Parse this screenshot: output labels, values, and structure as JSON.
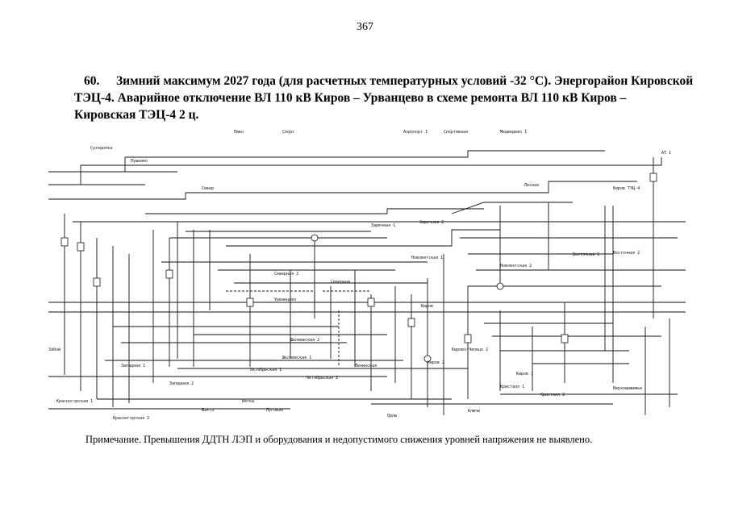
{
  "page_number": "367",
  "heading": {
    "number": "60.",
    "lines": [
      "Зимний максимум 2027 года (для расчетных температурных условий -32 °С). Энергорайон Кировской",
      "ТЭЦ-4. Аварийное отключение ВЛ 110 кВ Киров – Урванцево в схеме ремонта ВЛ 110 кВ Киров –",
      "Кировская ТЭЦ-4 2 ц."
    ]
  },
  "diagram": {
    "labels": [
      {
        "text": "Суходолка"
      },
      {
        "text": "Пушкино"
      },
      {
        "text": "Пиво"
      },
      {
        "text": "Спорт"
      },
      {
        "text": "Аэропорт 1"
      },
      {
        "text": "Спортивная"
      },
      {
        "text": "Медведево 1"
      },
      {
        "text": "Урванцево"
      },
      {
        "text": "Север"
      },
      {
        "text": "Северная 2"
      },
      {
        "text": "Заречная 1"
      },
      {
        "text": "Заречная 2"
      },
      {
        "text": "Нововятская 1"
      },
      {
        "text": "Нововятская 2"
      },
      {
        "text": "Киров"
      },
      {
        "text": "Киров 1"
      },
      {
        "text": "Киров 2"
      },
      {
        "text": "Восточная 1"
      },
      {
        "text": "Восточная 2"
      },
      {
        "text": "Октябрьская 1"
      },
      {
        "text": "Октябрьская 2"
      },
      {
        "text": "Северная"
      },
      {
        "text": "Западная 1"
      },
      {
        "text": "Западная 2"
      },
      {
        "text": "Забой"
      },
      {
        "text": "Красногорская 1"
      },
      {
        "text": "Красногорская 2"
      },
      {
        "text": "Вятка"
      },
      {
        "text": "Бахта"
      },
      {
        "text": "Луговая"
      },
      {
        "text": "Кристалл 1"
      },
      {
        "text": "Кристалл 2"
      },
      {
        "text": "Ключи"
      },
      {
        "text": "Шкляевская 1"
      },
      {
        "text": "Шкляевская 2"
      },
      {
        "text": "Ленинская"
      },
      {
        "text": "Кирово-Чепецк 2"
      },
      {
        "text": "Киров ТЭЦ-4"
      },
      {
        "text": "Лесная"
      },
      {
        "text": "АТ 1"
      },
      {
        "text": "Верхошижемье"
      },
      {
        "text": "Орлы"
      }
    ]
  },
  "note": "Примечание. Превышения ДДТН ЛЭП и оборудования и недопустимого снижения уровней напряжения не выявлено."
}
